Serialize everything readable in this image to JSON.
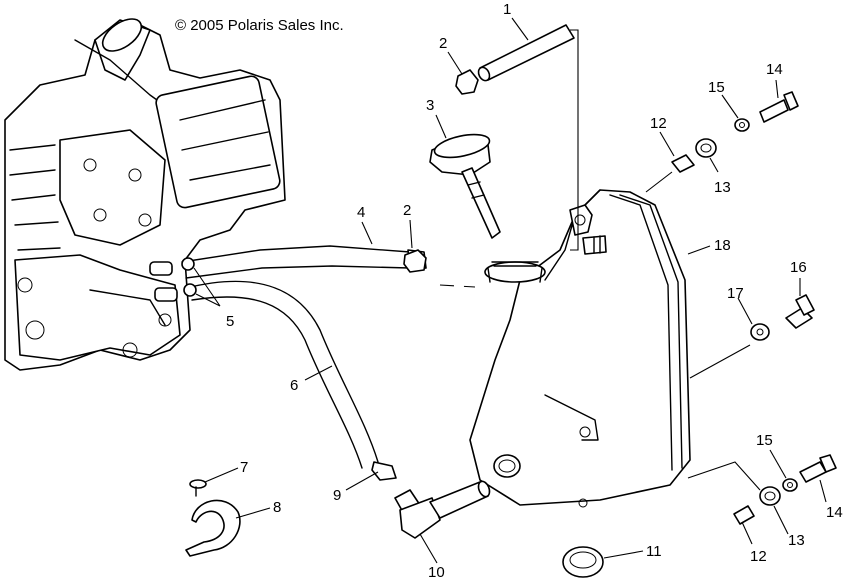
{
  "copyright": "© 2005 Polaris Sales Inc.",
  "callouts": [
    {
      "id": "c1",
      "label": "1"
    },
    {
      "id": "c2a",
      "label": "2"
    },
    {
      "id": "c2b",
      "label": "2"
    },
    {
      "id": "c3",
      "label": "3"
    },
    {
      "id": "c4",
      "label": "4"
    },
    {
      "id": "c5",
      "label": "5"
    },
    {
      "id": "c6",
      "label": "6"
    },
    {
      "id": "c7",
      "label": "7"
    },
    {
      "id": "c8",
      "label": "8"
    },
    {
      "id": "c9",
      "label": "9"
    },
    {
      "id": "c10",
      "label": "10"
    },
    {
      "id": "c11",
      "label": "11"
    },
    {
      "id": "c12a",
      "label": "12"
    },
    {
      "id": "c12b",
      "label": "12"
    },
    {
      "id": "c13a",
      "label": "13"
    },
    {
      "id": "c13b",
      "label": "13"
    },
    {
      "id": "c14a",
      "label": "14"
    },
    {
      "id": "c14b",
      "label": "14"
    },
    {
      "id": "c15a",
      "label": "15"
    },
    {
      "id": "c15b",
      "label": "15"
    },
    {
      "id": "c16",
      "label": "16"
    },
    {
      "id": "c17",
      "label": "17"
    },
    {
      "id": "c18",
      "label": "18"
    }
  ]
}
